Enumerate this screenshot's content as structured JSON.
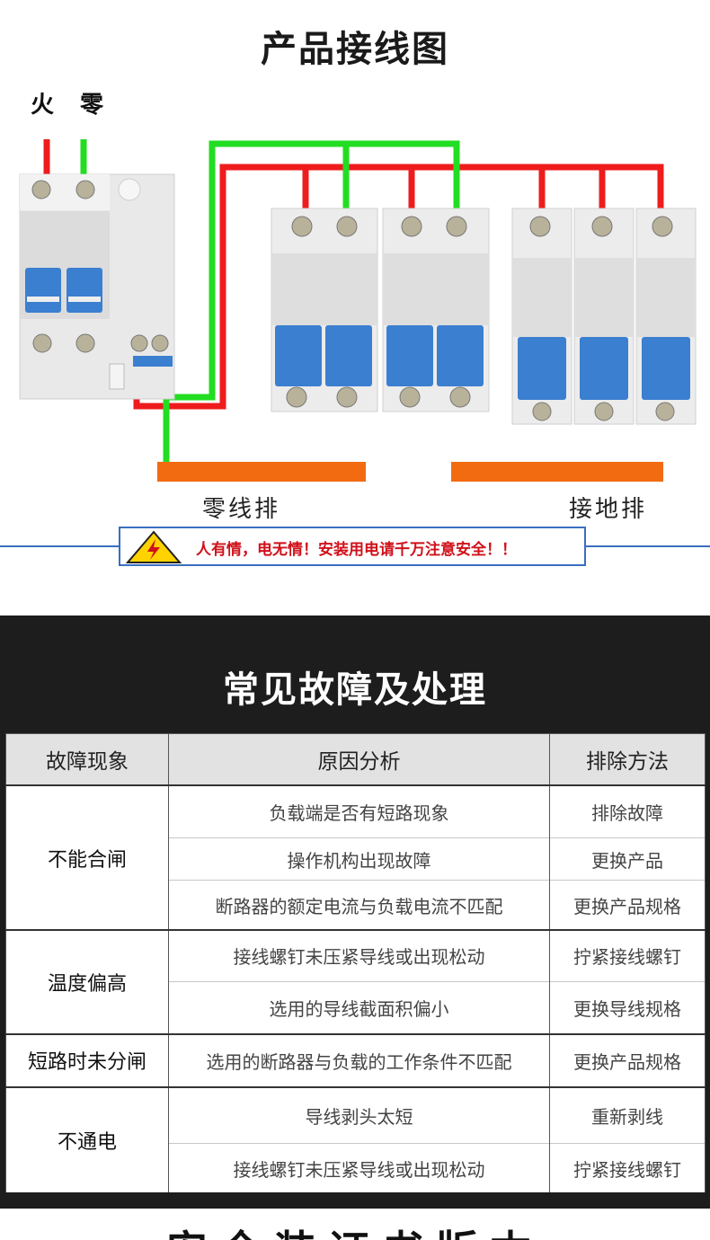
{
  "wiring": {
    "title": "产品接线图",
    "phase_labels": "火 零",
    "neutral_bar_label": "零线排",
    "ground_bar_label": "接地排",
    "warning": "人有情，电无情！安装用电请千万注意安全！！",
    "colors": {
      "live": "#ee1c1c",
      "neutral": "#22dd22",
      "bar": "#f26b10",
      "handle": "#3b7fd0"
    }
  },
  "faults": {
    "title": "常见故障及处理",
    "headers": {
      "symptom": "故障现象",
      "cause": "原因分析",
      "fix": "排除方法"
    },
    "rows": [
      {
        "symptom": "不能合闸",
        "items": [
          {
            "cause": "负载端是否有短路现象",
            "fix": "排除故障"
          },
          {
            "cause": "操作机构出现故障",
            "fix": "更换产品"
          },
          {
            "cause": "断路器的额定电流与负载电流不匹配",
            "fix": "更换产品规格"
          }
        ]
      },
      {
        "symptom": "温度偏高",
        "items": [
          {
            "cause": "接线螺钉未压紧导线或出现松动",
            "fix": "拧紧接线螺钉"
          },
          {
            "cause": "选用的导线截面积偏小",
            "fix": "更换导线规格"
          }
        ]
      },
      {
        "symptom": "短路时未分闸",
        "items": [
          {
            "cause": "选用的断路器与负载的工作条件不匹配",
            "fix": "更换产品规格"
          }
        ]
      },
      {
        "symptom": "不通电",
        "items": [
          {
            "cause": "导线剥头太短",
            "fix": "重新剥线"
          },
          {
            "cause": "接线螺钉未压紧导线或出现松动",
            "fix": "拧紧接线螺钉"
          }
        ]
      }
    ]
  },
  "footer": {
    "next_title": "安全装证书版本"
  }
}
